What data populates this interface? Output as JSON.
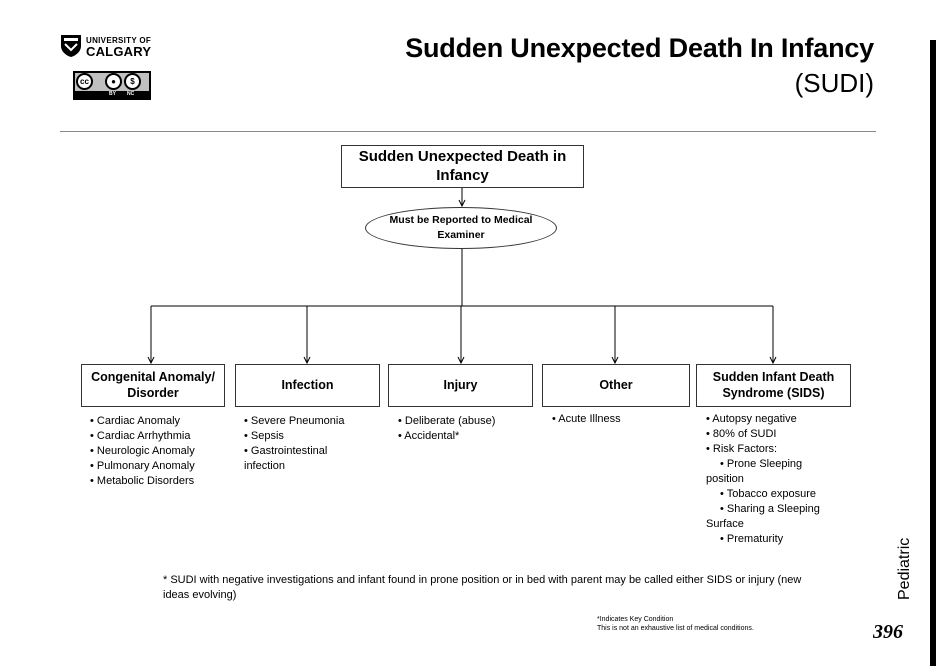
{
  "header": {
    "logo_line1": "UNIVERSITY OF",
    "logo_line2": "CALGARY",
    "license_cc": "cc",
    "license_by": "BY",
    "license_nc": "NC",
    "title": "Sudden Unexpected Death In Infancy",
    "subtitle": "(SUDI)"
  },
  "diagram": {
    "root": "Sudden Unexpected Death in Infancy",
    "step": "Must be Reported to Medical Examiner",
    "categories": [
      {
        "title": "Congenital Anomaly/ Disorder",
        "items": [
          "• Cardiac Anomaly",
          "• Cardiac Arrhythmia",
          "• Neurologic Anomaly",
          "• Pulmonary Anomaly",
          "• Metabolic Disorders"
        ]
      },
      {
        "title": "Infection",
        "items": [
          "• Severe Pneumonia",
          "• Sepsis",
          "• Gastrointestinal",
          "infection"
        ]
      },
      {
        "title": "Injury",
        "items": [
          "• Deliberate (abuse)",
          "• Accidental*"
        ]
      },
      {
        "title": "Other",
        "items": [
          "• Acute Illness"
        ]
      },
      {
        "title": "Sudden Infant Death Syndrome (SIDS)",
        "items": [
          "• Autopsy negative",
          "• 80% of SUDI",
          "• Risk Factors:",
          "• Prone Sleeping",
          "position",
          "• Tobacco exposure",
          "• Sharing a Sleeping",
          "Surface",
          "• Prematurity"
        ]
      }
    ],
    "footnote": "* SUDI with negative investigations and infant found in prone position or in bed with parent may be called either SIDS or injury (new ideas evolving)"
  },
  "footer": {
    "key_note_1": "*Indicates Key Condition",
    "key_note_2": "This is not an exhaustive list of medical conditions.",
    "section": "Pediatric",
    "page": "396"
  },
  "colors": {
    "text": "#000000",
    "box_border": "#333333",
    "rule": "#8a8a8a"
  },
  "icons": [
    "university-of-calgary-shield-icon",
    "creative-commons-icon",
    "attribution-icon",
    "non-commercial-icon"
  ]
}
